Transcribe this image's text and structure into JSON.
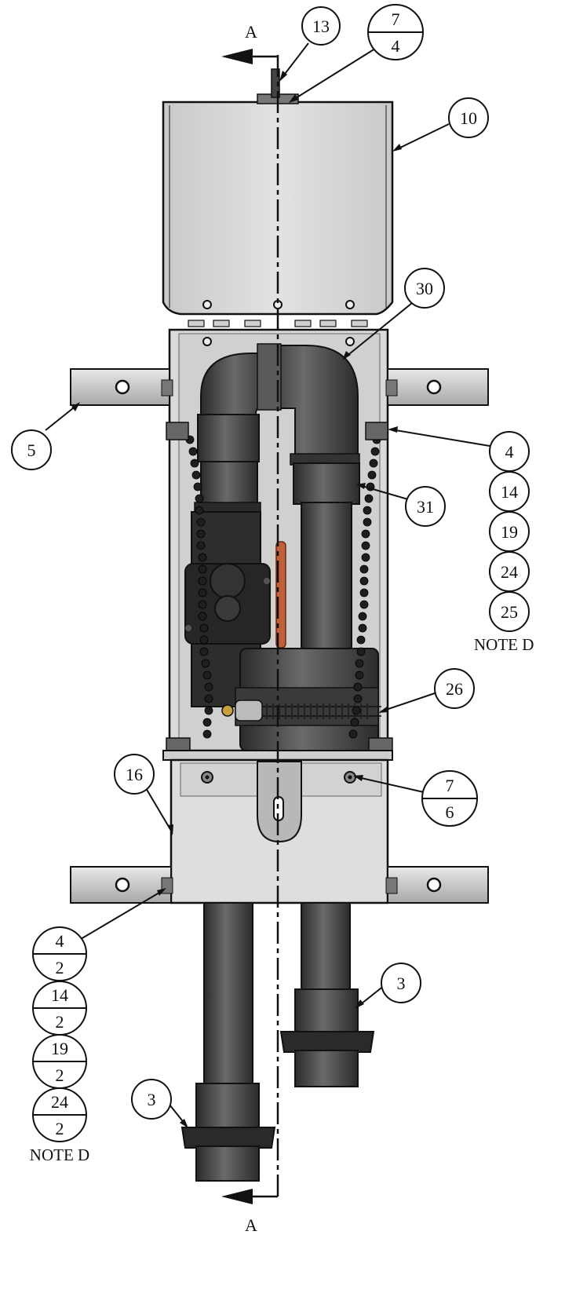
{
  "section": {
    "top_label": "A",
    "bottom_label": "A"
  },
  "balloons": {
    "b13": "13",
    "b7_4": {
      "top": "7",
      "bottom": "4"
    },
    "b10": "10",
    "b30": "30",
    "b5": "5",
    "b31": "31",
    "b26": "26",
    "b16": "16",
    "b7_6": {
      "top": "7",
      "bottom": "6"
    },
    "b3_right": "3",
    "b3_left": "3"
  },
  "right_stack": {
    "items": [
      "4",
      "14",
      "19",
      "24",
      "25"
    ],
    "note": "NOTE D"
  },
  "left_stack": {
    "items": [
      {
        "top": "4",
        "bottom": "2"
      },
      {
        "top": "14",
        "bottom": "2"
      },
      {
        "top": "19",
        "bottom": "2"
      },
      {
        "top": "24",
        "bottom": "2"
      }
    ],
    "note": "NOTE D"
  },
  "colors": {
    "panel": "#d6d6d6",
    "panel_dark": "#bdbdbd",
    "pipe": "#4a4a4a",
    "pipe_dark": "#2e2e2e",
    "outline": "#111111",
    "copper": "#c0603a",
    "brass": "#c8a040"
  }
}
